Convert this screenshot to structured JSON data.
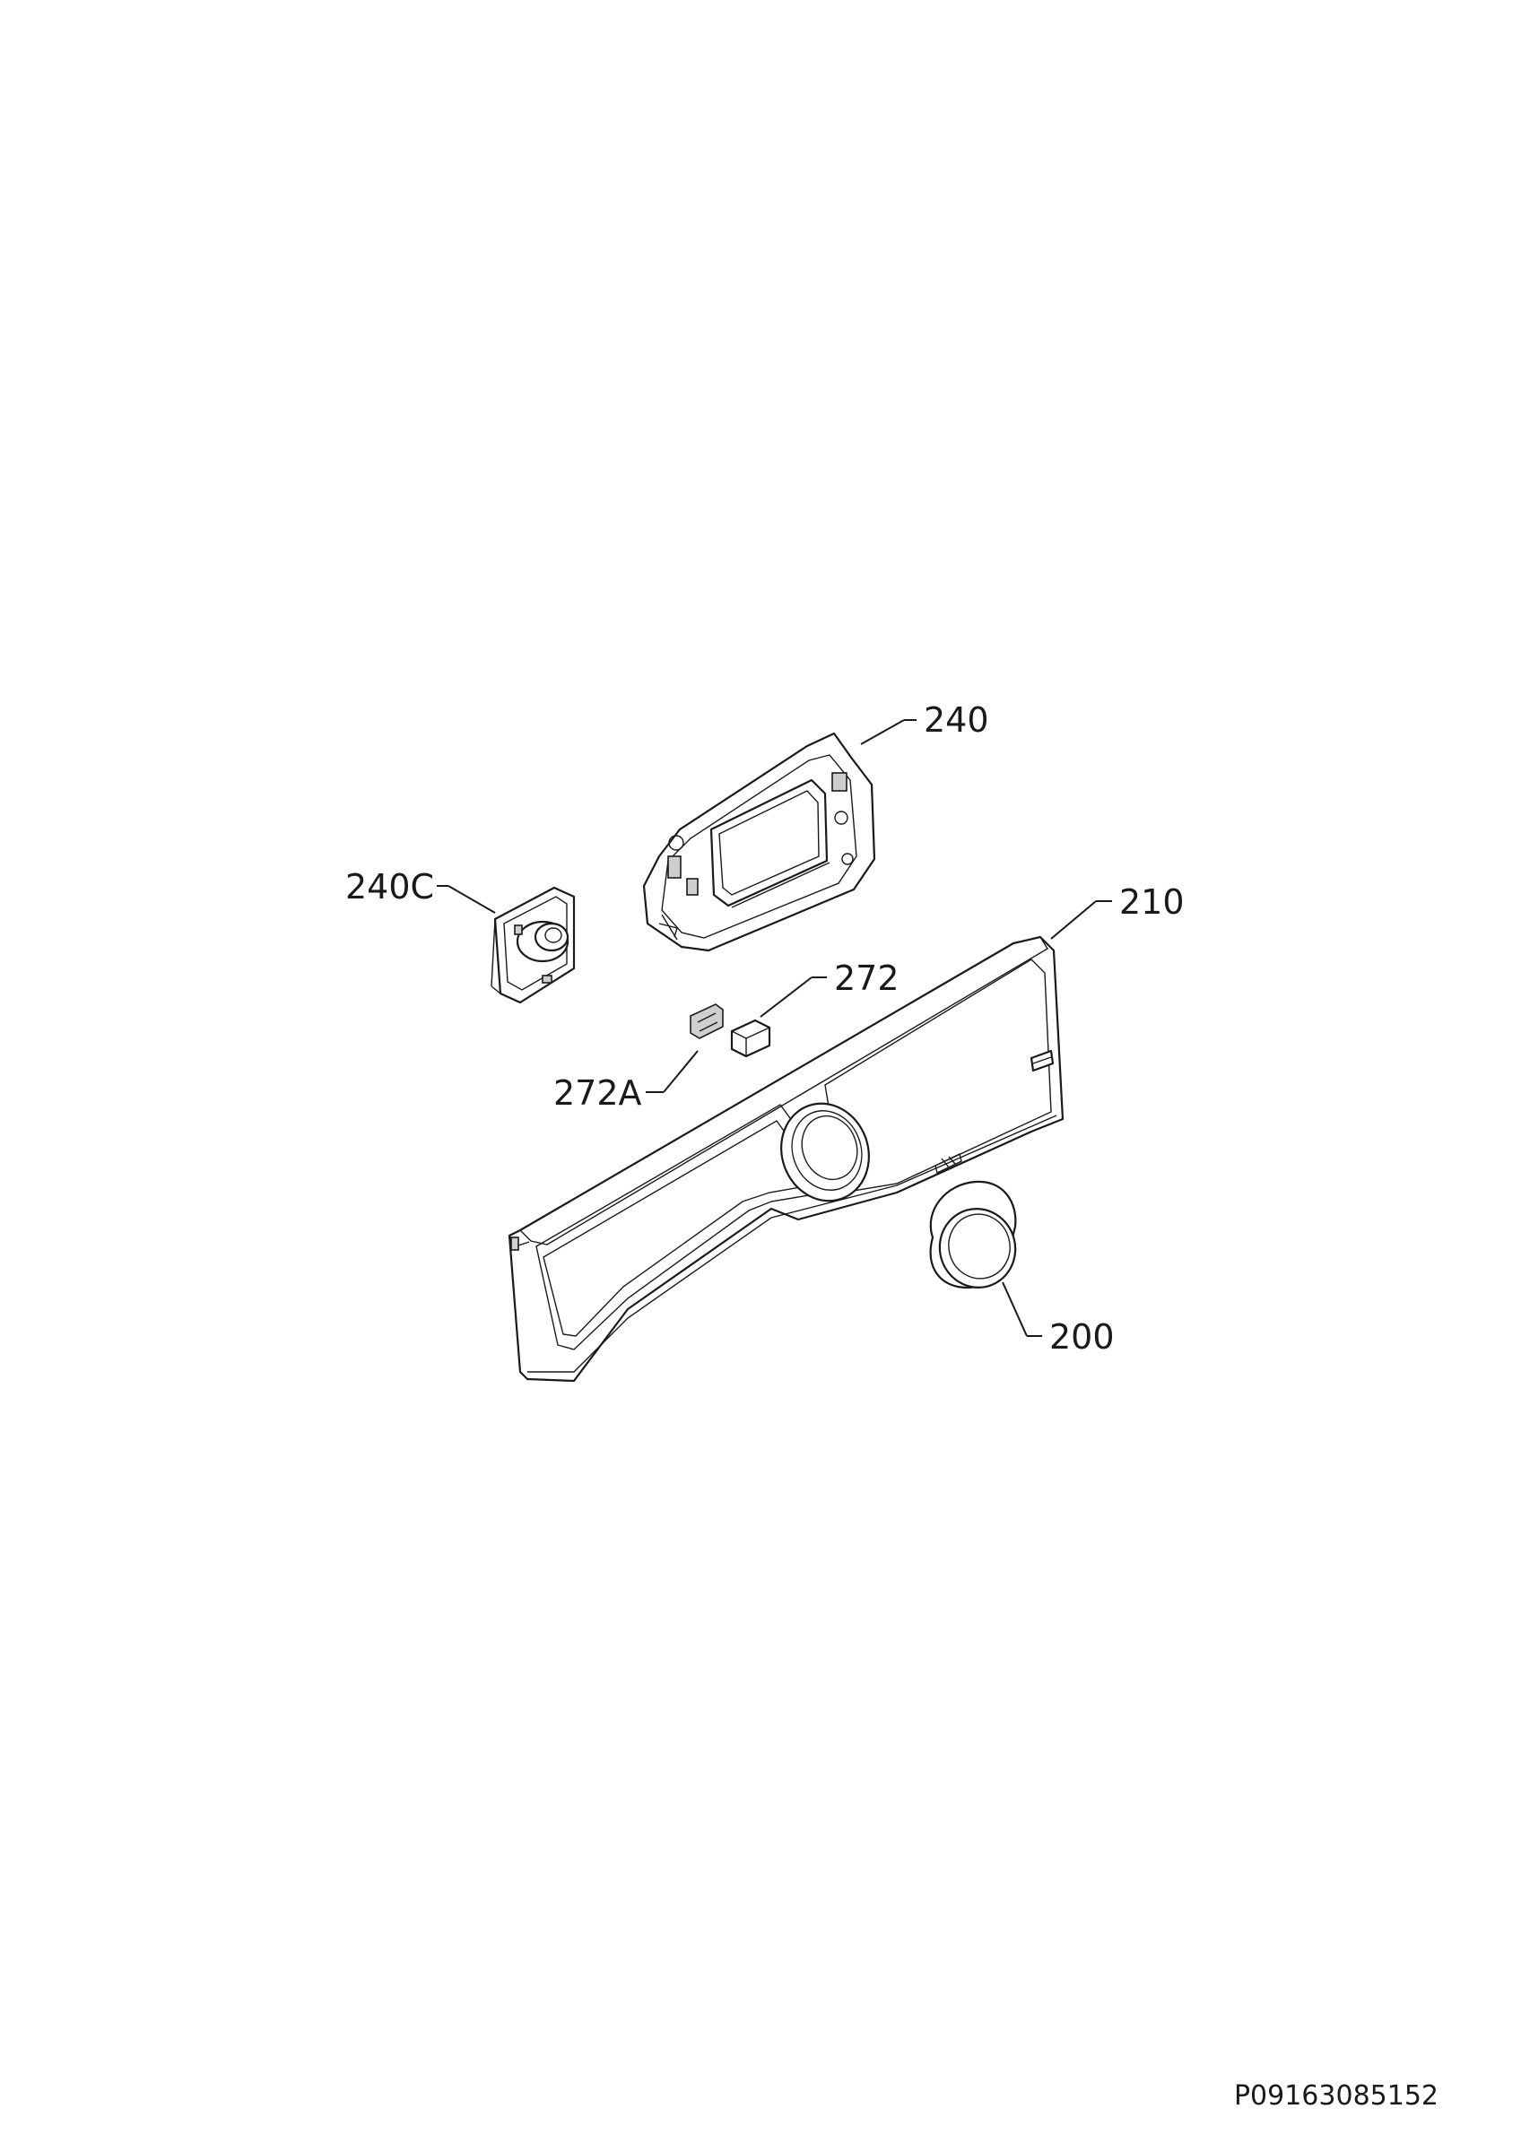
{
  "callouts": {
    "c240": "240",
    "c240C": "240C",
    "c210": "210",
    "c272": "272",
    "c272A": "272A",
    "c200": "200"
  },
  "drawing_code": "P09163085152"
}
